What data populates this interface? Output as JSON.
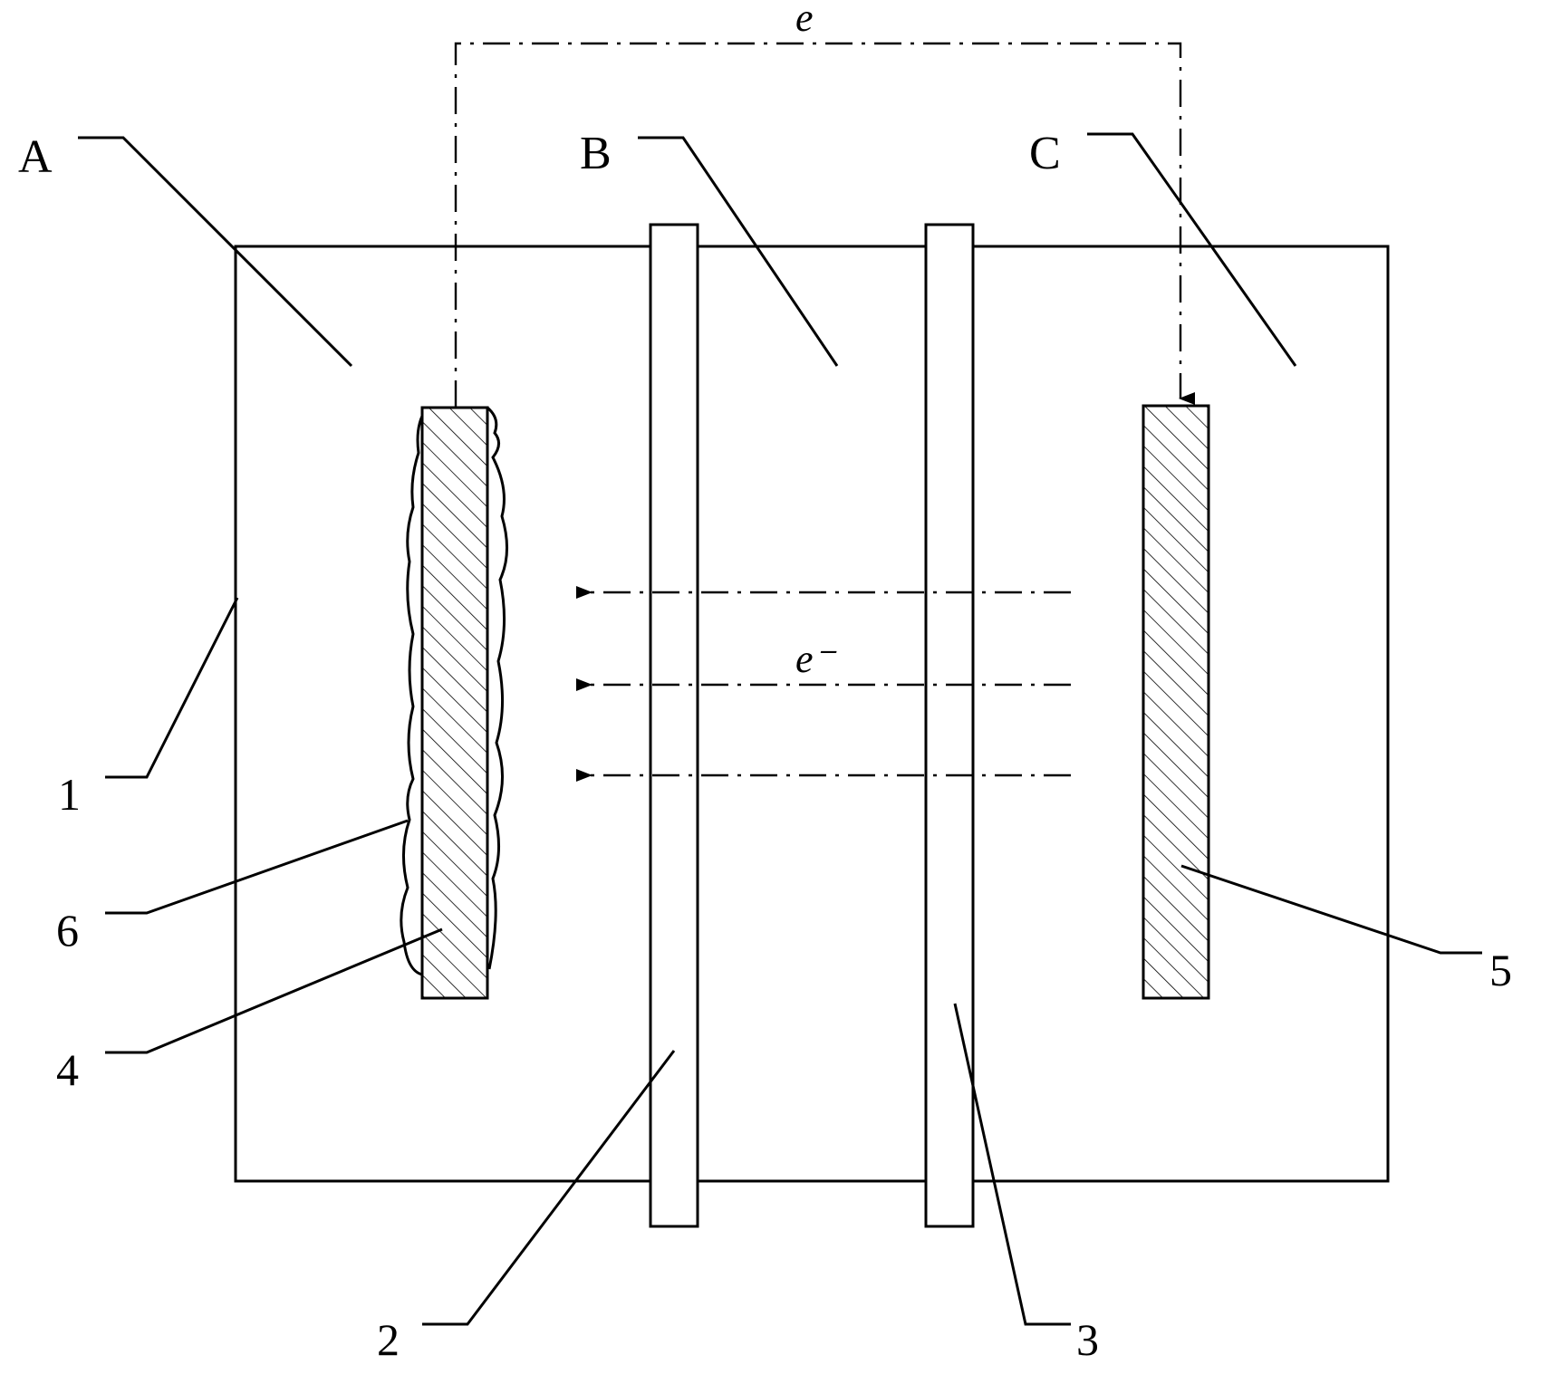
{
  "labels": {
    "region_a": "A",
    "region_b": "B",
    "region_c": "C",
    "item_1": "1",
    "item_2": "2",
    "item_3": "3",
    "item_4": "4",
    "item_5": "5",
    "item_6": "6",
    "external_current": "e",
    "internal_flow": "e⁻"
  }
}
